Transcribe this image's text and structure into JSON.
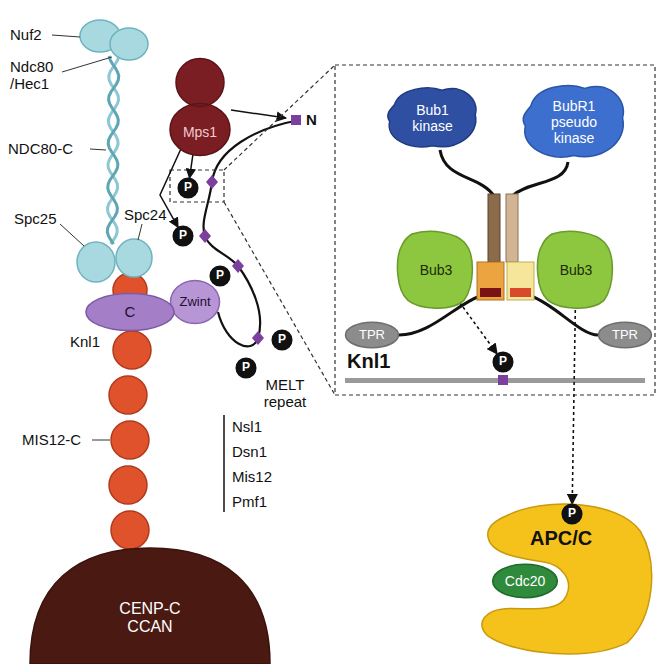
{
  "diagram": {
    "nodes": [
      {
        "text": [
          "Mps1"
        ]
      },
      {
        "text": [
          "P"
        ]
      },
      {
        "text": [
          "P"
        ]
      },
      {
        "text": [
          "P"
        ]
      },
      {
        "text": [
          "P"
        ]
      },
      {
        "text": [
          "P"
        ]
      },
      {
        "text": [
          "Zwint"
        ]
      },
      {
        "text": [
          "C",
          "Knl1"
        ]
      },
      {
        "text": [
          "CENP-C CCAN"
        ]
      },
      {
        "text": [
          "Bub1 kinase"
        ]
      },
      {
        "text": [
          "BubR1 pseudo kinase"
        ]
      },
      {
        "text": [
          "Bub3"
        ]
      },
      {
        "text": [
          "Bub3"
        ]
      },
      {
        "text": [
          "TPR"
        ]
      },
      {
        "text": [
          "TPR"
        ]
      },
      {
        "text": [
          "P"
        ]
      },
      {
        "text": [
          "APC/C"
        ]
      },
      {
        "text": [
          "Cdc20"
        ],
        "in": 16
      },
      {
        "text": [
          "P"
        ],
        "in": 16
      }
    ],
    "edges": [
      {
        "from": 0,
        "to": 1,
        "arrow": "to"
      },
      {
        "from": 0,
        "to": 2,
        "arrow": "to"
      },
      {
        "from": 11,
        "to": 15,
        "arrow": "to"
      },
      {
        "from": 12,
        "to": 18,
        "arrow": "to"
      }
    ],
    "labels": [
      "Nuf2",
      "Ndc80 /Hec1",
      "NDC80-C",
      "Spc25",
      "Spc24",
      "N",
      "MELT repeat",
      "MIS12-C",
      "Nsl1",
      "Dsn1",
      "Mis12",
      "Pmf1",
      "Knl1"
    ]
  }
}
